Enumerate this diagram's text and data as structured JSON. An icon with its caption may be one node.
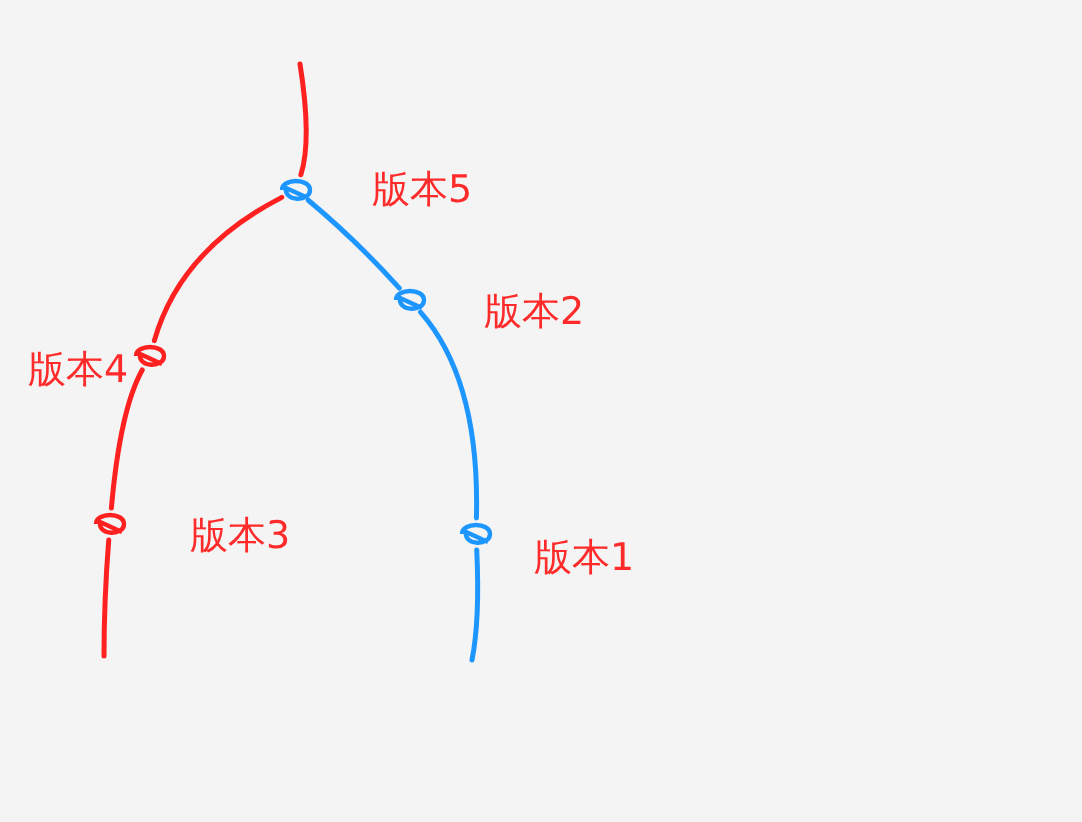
{
  "diagram": {
    "nodes": [
      {
        "text": [],
        "shape": "circle",
        "beside": [
          "版本5"
        ]
      },
      {
        "text": [],
        "shape": "circle",
        "beside": [
          "版本2"
        ]
      },
      {
        "text": [],
        "shape": "circle",
        "beside": [
          "版本4"
        ]
      },
      {
        "text": [],
        "shape": "circle",
        "beside": [
          "版本3"
        ]
      },
      {
        "text": [],
        "shape": "circle",
        "beside": [
          "版本1"
        ]
      }
    ],
    "edges": [
      {
        "from": null,
        "to": 0,
        "arrow": "none"
      },
      {
        "from": 0,
        "to": 2,
        "arrow": "none"
      },
      {
        "from": 2,
        "to": 3,
        "arrow": "none"
      },
      {
        "from": 3,
        "to": null,
        "arrow": "none"
      },
      {
        "from": 0,
        "to": 1,
        "arrow": "none",
        "color": "#1e96ff"
      },
      {
        "from": 1,
        "to": 4,
        "arrow": "none",
        "color": "#1e96ff"
      },
      {
        "from": 4,
        "to": null,
        "arrow": "none",
        "color": "#1e96ff"
      }
    ]
  }
}
